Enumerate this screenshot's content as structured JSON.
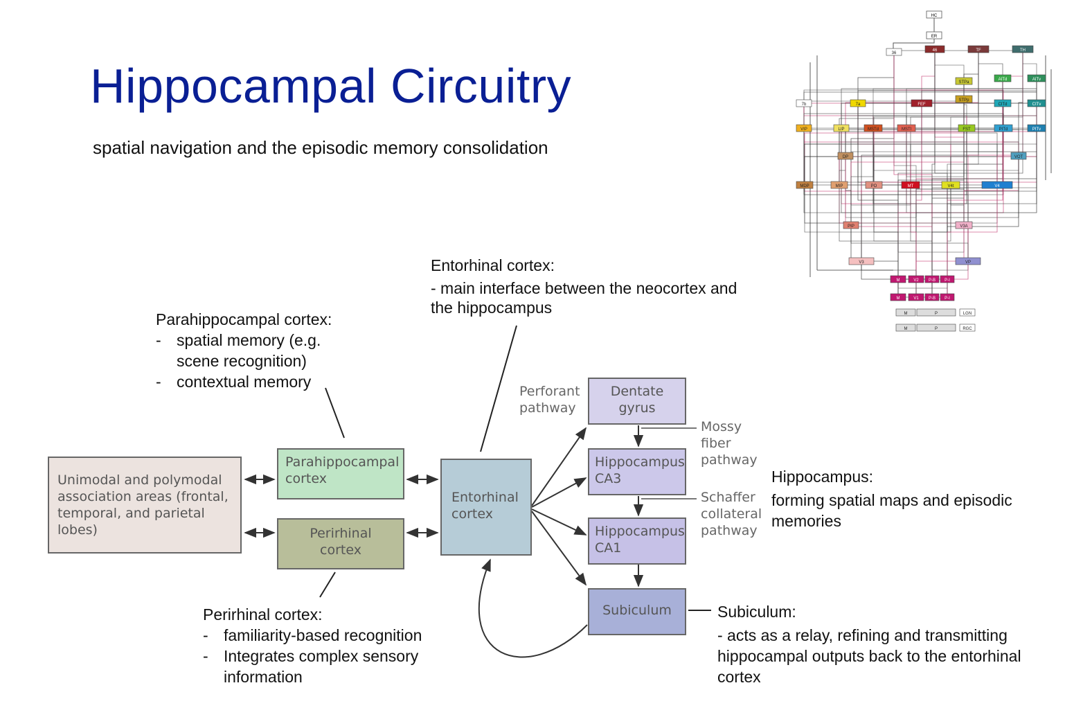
{
  "title": "Hippocampal Circuitry",
  "subtitle": "spatial navigation and the episodic memory consolidation",
  "notes": {
    "entorhinal": {
      "heading": "Entorhinal cortex:",
      "text": "- main interface between the neocortex and the hippocampus"
    },
    "parahippocampal": {
      "heading": "Parahippocampal cortex:",
      "items": [
        "spatial memory (e.g. scene recognition)",
        "contextual memory"
      ]
    },
    "perirhinal": {
      "heading": "Perirhinal cortex:",
      "items": [
        "familiarity-based recognition",
        "Integrates complex sensory information"
      ]
    },
    "hippocampus": {
      "heading": "Hippocampus:",
      "text": "forming spatial maps and episodic memories"
    },
    "subiculum": {
      "heading": "Subiculum:",
      "text": "- acts as a relay, refining and transmitting hippocampal outputs back to the entorhinal cortex"
    }
  },
  "diagram": {
    "association": {
      "label": "Unimodal and polymodal association areas (frontal, temporal, and parietal lobes)",
      "color": "#ece3df"
    },
    "parahippocampal": {
      "label": "Parahippocampal cortex",
      "color": "#bfe5c6"
    },
    "perirhinal": {
      "label": "Perirhinal cortex",
      "color": "#b8be9a"
    },
    "entorhinal": {
      "label": "Entorhinal cortex",
      "color": "#b6ccd7"
    },
    "dentate": {
      "label": "Dentate gyrus",
      "color": "#d6d2ec"
    },
    "ca3": {
      "label": "Hippocampus CA3",
      "color": "#ccc8ea"
    },
    "ca1": {
      "label": "Hippocampus CA1",
      "color": "#c6c1e7"
    },
    "subiculum": {
      "label": "Subiculum",
      "color": "#a8b0d8"
    },
    "perforant": "Perforant pathway",
    "mossy": "Mossy fiber pathway",
    "schaffer": "Schaffer collateral pathway"
  },
  "network": {
    "top": [
      "HC",
      "ER"
    ],
    "areas": [
      "36",
      "46",
      "TF",
      "TH",
      "STPa",
      "AITd",
      "AITv",
      "7b",
      "7a",
      "FEF",
      "STPp",
      "CITd",
      "CITv",
      "VIP",
      "LIP",
      "MSTd",
      "MSTl",
      "FST",
      "PITd",
      "PITv",
      "DP",
      "VOT",
      "MDP",
      "MIP",
      "PO",
      "MT",
      "V4t",
      "V4",
      "PIP",
      "V3A",
      "V3",
      "VP",
      "M",
      "V2",
      "P-B",
      "P-I",
      "M",
      "V1",
      "P-B",
      "P-I",
      "M",
      "P",
      "LGN",
      "M",
      "P",
      "RGC"
    ]
  }
}
